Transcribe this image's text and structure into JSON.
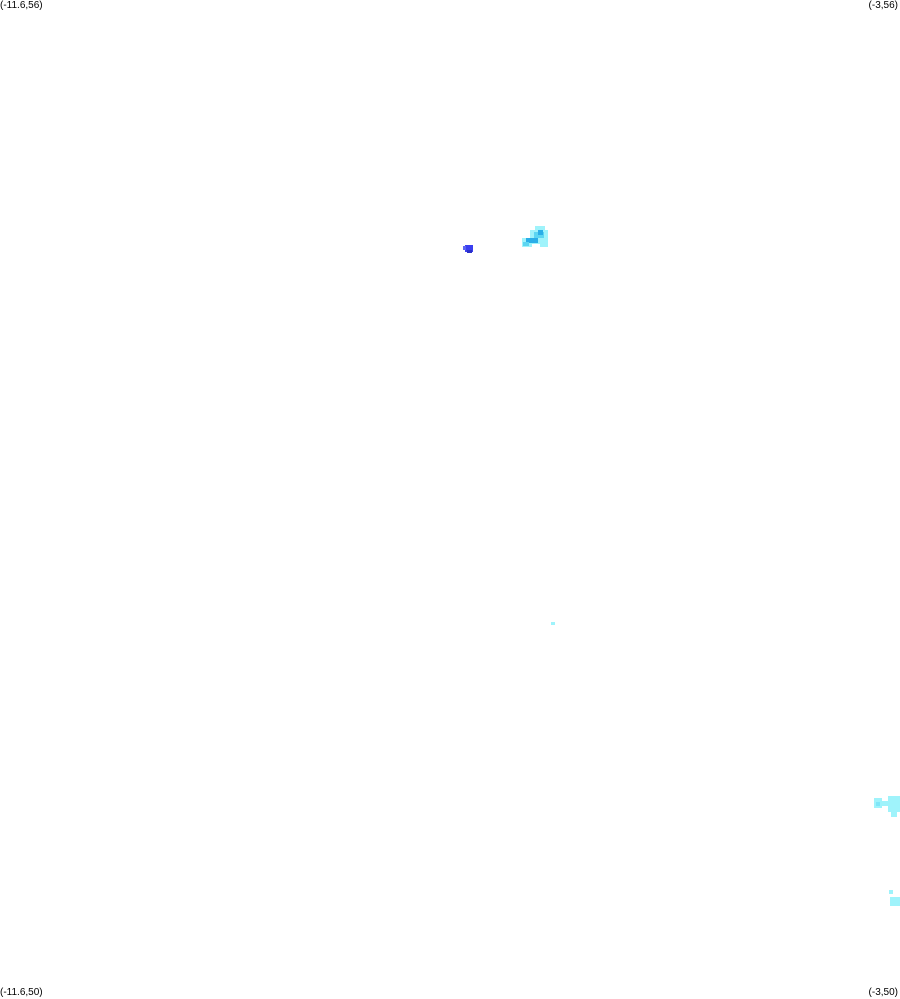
{
  "map": {
    "corners": {
      "top_left": "(-11.6,56)",
      "top_right": "(-3,56)",
      "bottom_left": "(-11.6,50)",
      "bottom_right": "(-3,50)"
    },
    "colors": {
      "background": "#ffffff",
      "light_cyan": "#9ff3fb",
      "mid_cyan": "#5cd6f2",
      "deep_cyan": "#2aaee8",
      "blue": "#3a3ff0"
    }
  }
}
